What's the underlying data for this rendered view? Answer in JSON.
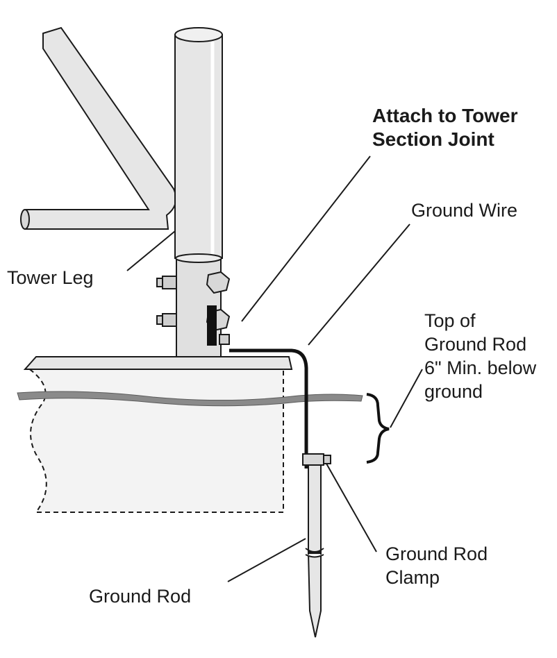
{
  "labels": {
    "attach": [
      "Attach to Tower",
      "Section Joint"
    ],
    "ground_wire": "Ground Wire",
    "tower_leg": "Tower Leg",
    "top_of_rod": [
      "Top of",
      "Ground Rod",
      "6\" Min. below",
      "ground"
    ],
    "rod_clamp": [
      "Ground Rod",
      "Clamp"
    ],
    "ground_rod": "Ground Rod"
  },
  "colors": {
    "outline": "#1a1a1a",
    "metal_fill": "#e6e6e6",
    "concrete_fill": "#f2f2f2",
    "ground_band": "#8a8a8a",
    "wire": "#111111"
  }
}
